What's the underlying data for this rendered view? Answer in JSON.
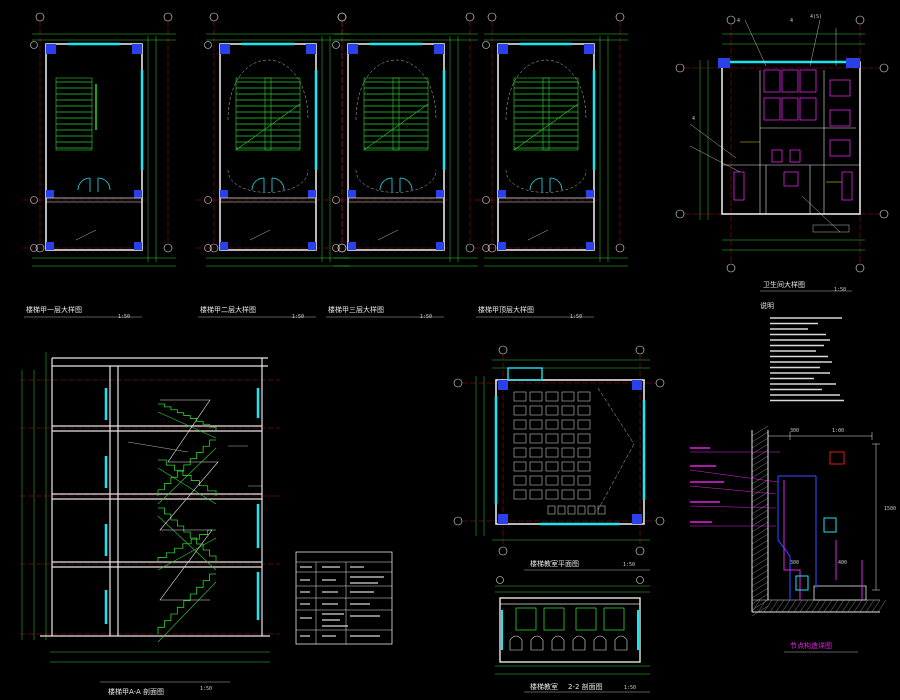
{
  "plans": [
    {
      "title": "楼梯甲一层大样图",
      "scale": "1:50"
    },
    {
      "title": "楼梯甲二层大样图",
      "scale": "1:50"
    },
    {
      "title": "楼梯甲三层大样图",
      "scale": "1:50"
    },
    {
      "title": "楼梯甲顶层大样图",
      "scale": "1:50"
    }
  ],
  "toilet": {
    "title": "卫生间大样图",
    "scale": "1:50"
  },
  "notes": {
    "heading": "说明"
  },
  "section_aa": {
    "title": "楼梯甲A-A 剖面图",
    "scale": "1:50"
  },
  "classroom_plan": {
    "title": "楼梯教室平面图",
    "scale": "1:50"
  },
  "section_22": {
    "title": "2-2 剖面图",
    "prefix": "楼梯教室",
    "scale": "1:50"
  },
  "detail": {
    "title": "节点构造详图",
    "dims": [
      "300",
      "1:00",
      "1500",
      "300",
      "400"
    ]
  },
  "colors": {
    "wall": "#e6e6e6",
    "stair": "#2ed12e",
    "window": "#19e6f0",
    "fixture": "#e620e6",
    "grid": "#e01818"
  }
}
